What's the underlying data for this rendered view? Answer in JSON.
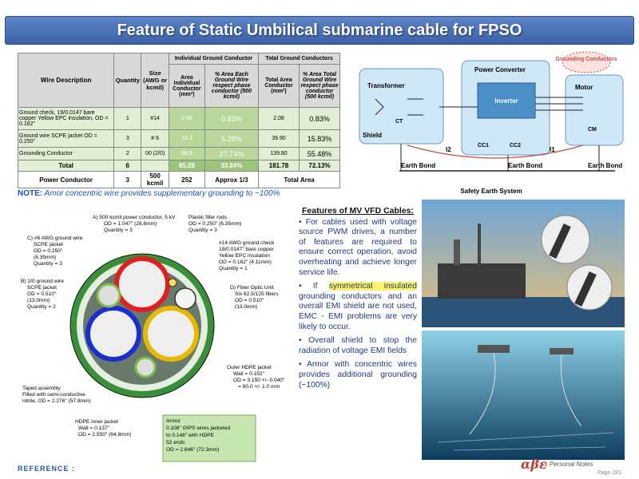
{
  "title": "Feature of Static Umbilical submarine cable for FPSO",
  "table": {
    "h_wire": "Wire Description",
    "h_qty": "Quantity",
    "h_size": "Size (AWG or kcmil)",
    "h_igc": "Individual Ground Conductor",
    "h_tgc": "Total Ground Conductors",
    "h_area": "Area Individual Conductor (mm²)",
    "h_pct": "% Area Each Ground Wire respect phase conductor (500 kcmil)",
    "h_tarea": "Total Area Conductor (mm²)",
    "h_tpct": "% Area Total Ground Wire respect phase conductor (500 kcmil)",
    "rows": [
      {
        "desc": "Ground check, 19/0.0147 bare copper Yellow EPC insulation, OD = 0.162\"",
        "qty": "1",
        "size": "#14",
        "area": "2.08",
        "pct": "0.83%",
        "tarea": "2.08",
        "tpct": "0.83%"
      },
      {
        "desc": "Ground wire SCPE jacket OD = 0.250\"",
        "qty": "3",
        "size": "# 6",
        "area": "13.3",
        "pct": "5.28%",
        "tarea": "39.90",
        "tpct": "15.83%"
      },
      {
        "desc": "Grounding Conductor",
        "qty": "2",
        "size": "00 (2/0)",
        "area": "69.9",
        "pct": "27.74%",
        "tarea": "139.80",
        "tpct": "55.48%"
      }
    ],
    "total": {
      "label": "Total",
      "qty": "6",
      "area": "85.28",
      "pct": "33.84%",
      "tarea": "181.78",
      "tpct": "72.13%"
    },
    "power": {
      "label": "Power Conductor",
      "qty": "3",
      "size": "500 kcmil",
      "area": "252",
      "pct": "Approx 1/3",
      "total": "Total Area"
    }
  },
  "note_label": "NOTE:",
  "note_text": " Amor concentric wire provides supplementary grounding to ~100%",
  "schematic": {
    "transformer": "Transformer",
    "power_converter": "Power Converter",
    "grounding_conductors": "Grounding Conductors",
    "inverter": "Inverter",
    "motor": "Motor",
    "shield": "Shield",
    "ct": "CT",
    "cc1": "CC1",
    "cc2": "CC2",
    "cm": "CM",
    "i1": "I1",
    "i2": "I2",
    "earth_bond": "Earth Bond",
    "safety": "Safety Earth System"
  },
  "cable": {
    "a1": "A) 500 kcmil power conductor, 5 kV",
    "a2": "OD = 1.047\" (26.6mm)",
    "a3": "Quantity = 3",
    "c1": "C) #6 AWG ground wire",
    "c2": "SCPE jacket",
    "c3": "OD = 0.250\"",
    "c4": "(6.35mm)",
    "c5": "Quantity = 3",
    "b1": "B) 2/0 ground wire",
    "b2": "SCPE jacket",
    "b3": "OD = 0.510\"",
    "b4": "(13.0mm)",
    "b5": "Quantity = 2",
    "p1": "Plastic filler rods",
    "p2": "OD = 0.250\" (6.35mm)",
    "p3": "Quantity = 3",
    "g1": "#14 AWG ground check",
    "g2": "19/0.0147\" bare copper",
    "g3": "Yellow EPC insulation",
    "g4": "OD = 0.162\" (4.11mm)",
    "g5": "Quantity = 1",
    "d1": "D) Fiber Optic Unit",
    "d2": "Six 62.5/125 fibers",
    "d3": "OD = 0.510\"",
    "d4": "(13.0mm)",
    "o1": "Outer HDPE jacket",
    "o2": "Wall = 0.152\"",
    "o3": "OD = 3.150 +/- 0.040\"",
    "o4": "= 80.0 +/- 1.0 mm",
    "t1": "Taped assembly",
    "t2": "Filled with semi-conductive",
    "t3": "nitrile, OD = 2.276\" (57.8mm)",
    "h1": "HDPE inner jacket",
    "h2": "Wall = 0.137\"",
    "h3": "OD = 2.550\" (64.8mm)",
    "ar1": "Armor",
    "ar2": "0.108\" GIPS wires jacketed",
    "ar3": "to 0.148\" with HDPE",
    "ar4": "52 ends",
    "ar5": "OD = 2.846\" (72.3mm)"
  },
  "features": {
    "heading": "Features of MV VFD Cables:",
    "b1": "For cables used with voltage source PWM drives, a number of features are required to ensure correct operation, avoid overheating and achieve longer service life.",
    "b2_pre": "If ",
    "b2_hl": "symmetrical insulated",
    "b2_post": " grounding conductors and an overall EMI shield are not used, EMC - EMI problems are very likely to occur.",
    "b3": "Overall shield to stop the radiation of voltage EMI fields",
    "b4": "Armor with concentric wires provides additional grounding (~100%)"
  },
  "footer": {
    "reference": "REFERENCE :",
    "logo": "αβε",
    "logo_sub": "'s Personal Notes",
    "page": "Page 281"
  }
}
